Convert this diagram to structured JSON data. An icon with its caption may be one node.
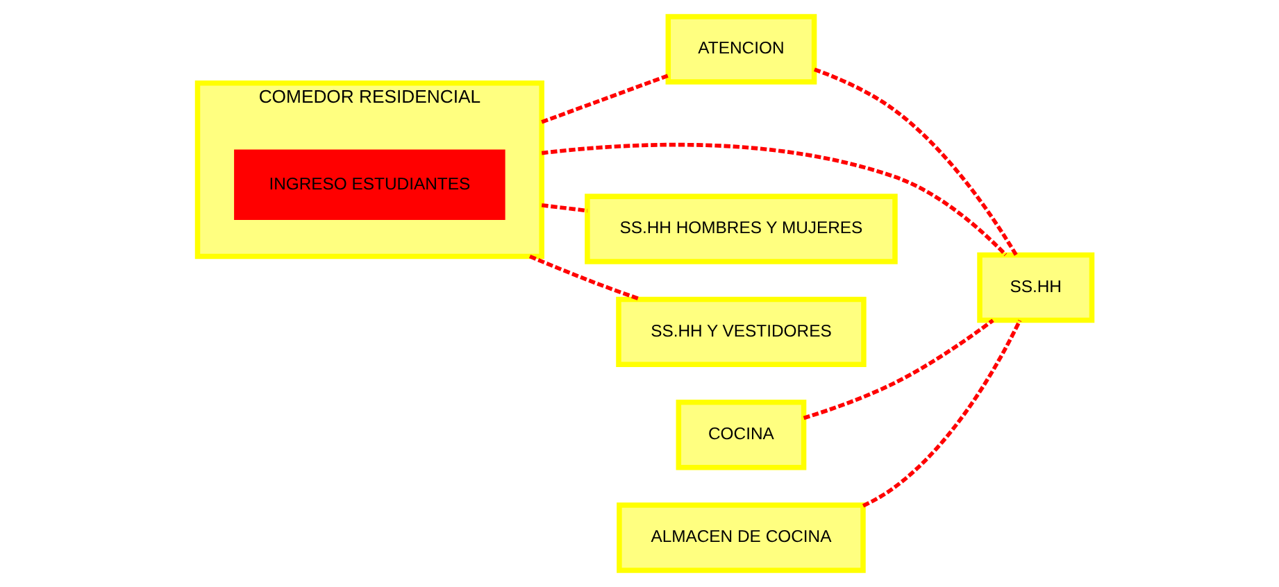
{
  "diagram": {
    "nodes": [
      {
        "text": [
          "COMEDOR RESIDENCIAL"
        ]
      },
      {
        "text": [
          "INGRESO ESTUDIANTES"
        ],
        "in": 0
      },
      {
        "text": [
          "ATENCION"
        ]
      },
      {
        "text": [
          "COCINA"
        ]
      },
      {
        "text": [
          "ALMACEN DE COCINA"
        ]
      },
      {
        "text": [
          "SS.HH"
        ]
      },
      {
        "text": [
          "SS.HH HOMBRES Y MUJERES"
        ]
      },
      {
        "text": [
          "SS.HH Y VESTIDORES"
        ]
      }
    ],
    "edges": [
      {
        "from": 0,
        "to": 2,
        "arrow": "none",
        "style": "dashed"
      },
      {
        "from": 0,
        "to": 5,
        "arrow": "none",
        "style": "dashed"
      },
      {
        "from": 2,
        "to": 5,
        "arrow": "none",
        "style": "dashed"
      },
      {
        "from": 3,
        "to": 5,
        "arrow": "none",
        "style": "dashed"
      },
      {
        "from": 4,
        "to": 5,
        "arrow": "none",
        "style": "dashed"
      },
      {
        "from": 0,
        "to": 7,
        "arrow": "none",
        "style": "dashed"
      },
      {
        "from": 0,
        "to": 6,
        "arrow": "none",
        "style": "dashed"
      }
    ]
  }
}
